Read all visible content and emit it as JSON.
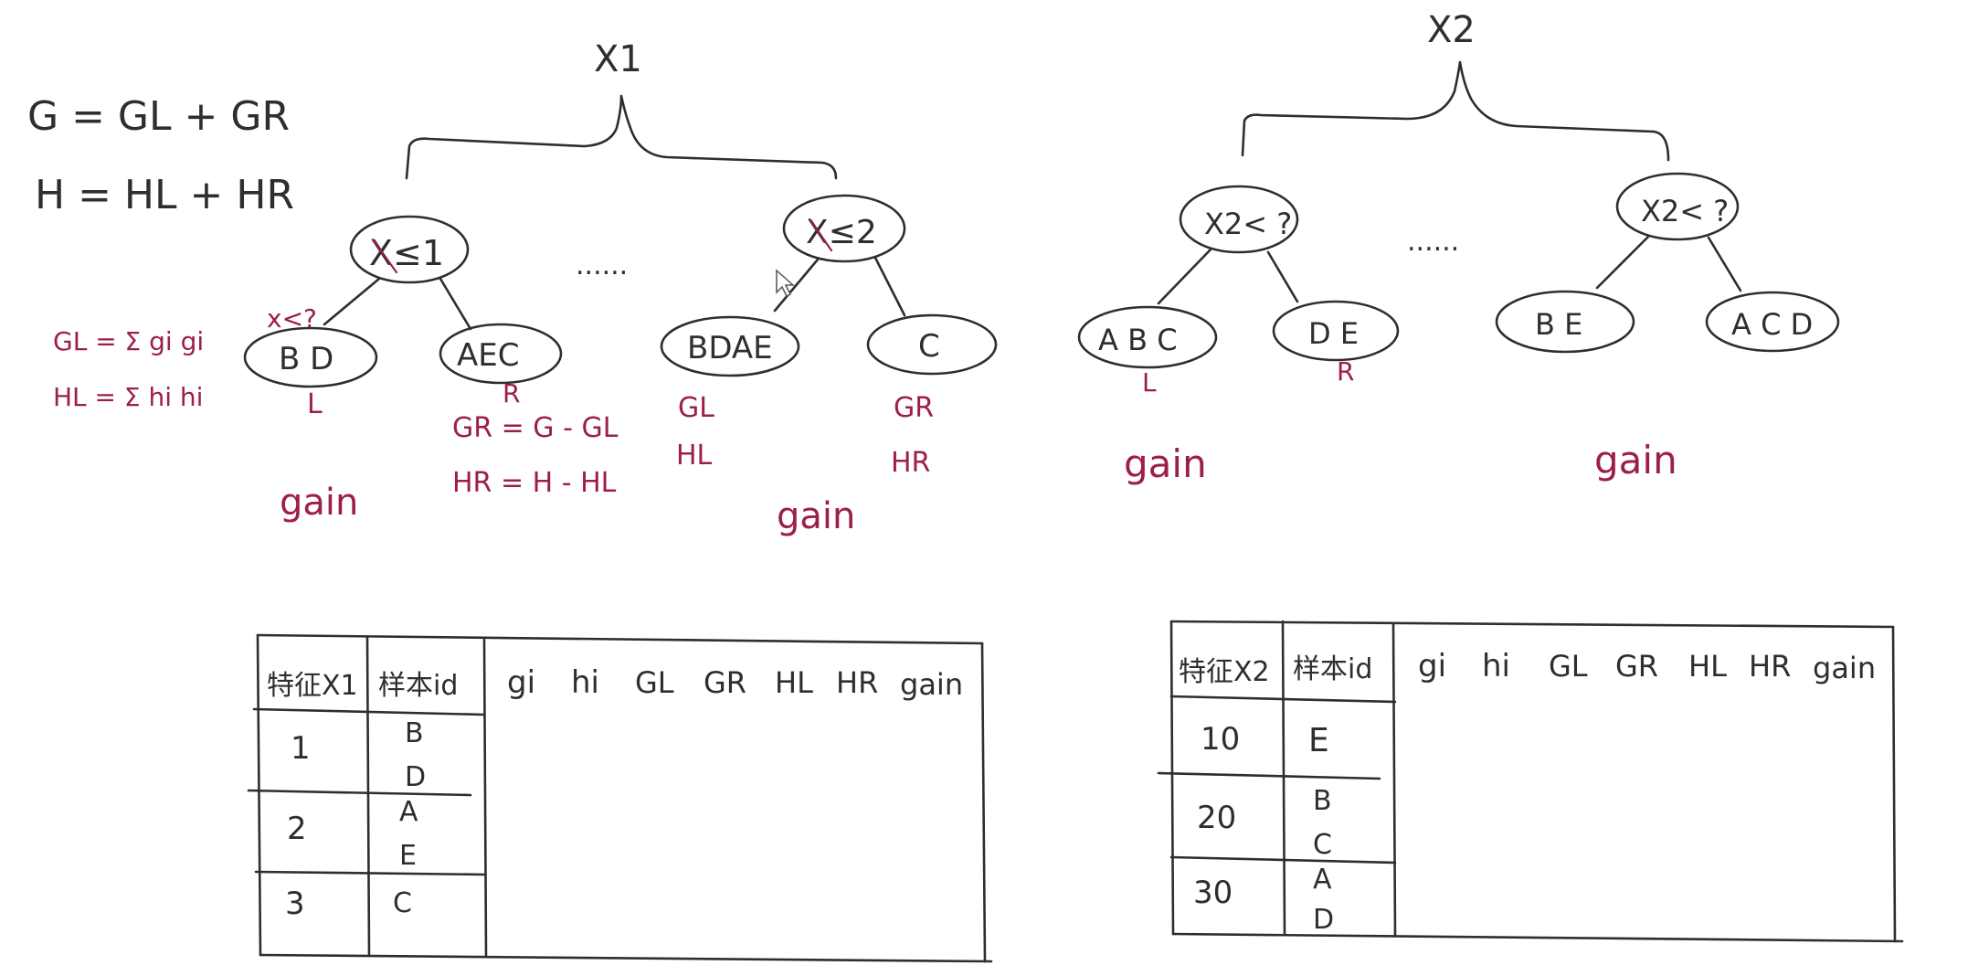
{
  "formulas": {
    "g_total": "G = GL + GR",
    "h_total": "H = HL + HR",
    "gl_sum": "GL = Σ gi gi",
    "hl_sum": "HL = Σ hi hi",
    "gr_diff": "GR = G - GL",
    "hr_diff": "HR = H - HL"
  },
  "tree_x1": {
    "feature": "X1",
    "ellipsis": "......",
    "split_a": {
      "condition": "X≤1",
      "query": "x<?",
      "left": "B D",
      "right": "AEC",
      "left_tag": "L",
      "right_tag": "R",
      "gain": "gain"
    },
    "split_b": {
      "condition": "X≤2",
      "left": "BDAE",
      "right": "C",
      "left_g": "GL",
      "left_h": "HL",
      "right_g": "GR",
      "right_h": "HR",
      "gain": "gain"
    }
  },
  "tree_x2": {
    "feature": "X2",
    "ellipsis": "......",
    "split_a": {
      "condition": "X2< ?",
      "left": "A B C",
      "right": "D E",
      "left_tag": "L",
      "right_tag": "R",
      "gain": "gain"
    },
    "split_b": {
      "condition": "X2< ?",
      "left": "B E",
      "right": "A C D",
      "gain": "gain"
    }
  },
  "table_x1": {
    "headers": [
      "特征X1",
      "样本id",
      "gi",
      "hi",
      "GL",
      "GR",
      "HL",
      "HR",
      "gain"
    ],
    "rows": [
      {
        "value": "1",
        "ids": [
          "B",
          "D"
        ]
      },
      {
        "value": "2",
        "ids": [
          "A",
          "E"
        ]
      },
      {
        "value": "3",
        "ids": [
          "C"
        ]
      }
    ]
  },
  "table_x2": {
    "headers": [
      "特征X2",
      "样本id",
      "gi",
      "hi",
      "GL",
      "GR",
      "HL",
      "HR",
      "gain"
    ],
    "rows": [
      {
        "value": "10",
        "ids": [
          "E"
        ]
      },
      {
        "value": "20",
        "ids": [
          "B",
          "C"
        ]
      },
      {
        "value": "30",
        "ids": [
          "A",
          "D"
        ]
      }
    ]
  },
  "colors": {
    "ink": "#2e2e2e",
    "annotation": "#9c1f4a",
    "background": "#ffffff"
  }
}
